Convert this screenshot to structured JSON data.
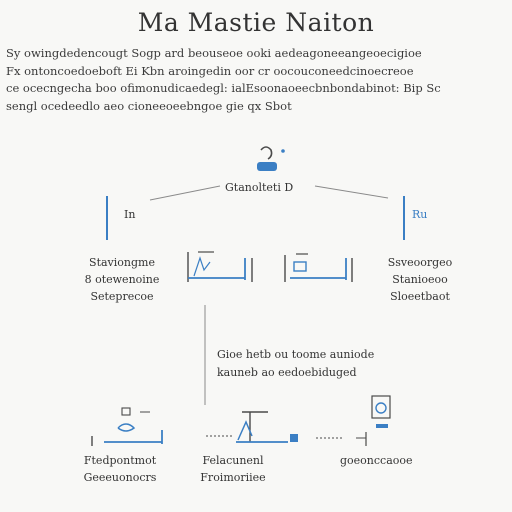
{
  "title": "Ma Mastie Naiton",
  "intro_lines": [
    "Sy owingdedencougt Sogp ard beouseoe ooki aedeagoneeangeoecigioe",
    "Fx ontoncoedoeboft Ei Kbn aroingedin oor cr oocouconeedcinoecreoe",
    "ce ocecngecha boo ofimonudicaedegl: ialEsoonaoeecbnbondabinot: Bip Sc",
    "sengl ocedeedlo aeo cioneeoeebngoe gie qx Sbot"
  ],
  "nodes": {
    "root_label": "Gtanolteti D",
    "left_tag": "In",
    "right_tag": "Ru",
    "left_text": [
      "Staviongme",
      "8 otewenoine",
      "Seteprecoe"
    ],
    "right_text": [
      "Ssveoorgeo",
      "Stanioeoo",
      "Sloeetbaot"
    ],
    "middle_note": [
      "Gioe hetb ou toome auniode",
      "kauneb ao eedoebiduged"
    ],
    "bottom_left": [
      "Ftedpontmot",
      "Geeeuonocrs"
    ],
    "bottom_mid": [
      "Felacunenl",
      "Froimoriiee"
    ],
    "bottom_right": [
      "goeonccaooe"
    ]
  },
  "colors": {
    "accent": "#3b7fc4",
    "line": "#8a8a8a",
    "dark": "#4a4a4a"
  },
  "icons": [
    "user-icon",
    "bracket-icon",
    "chart-icon",
    "tool-icon",
    "gear-icon"
  ]
}
